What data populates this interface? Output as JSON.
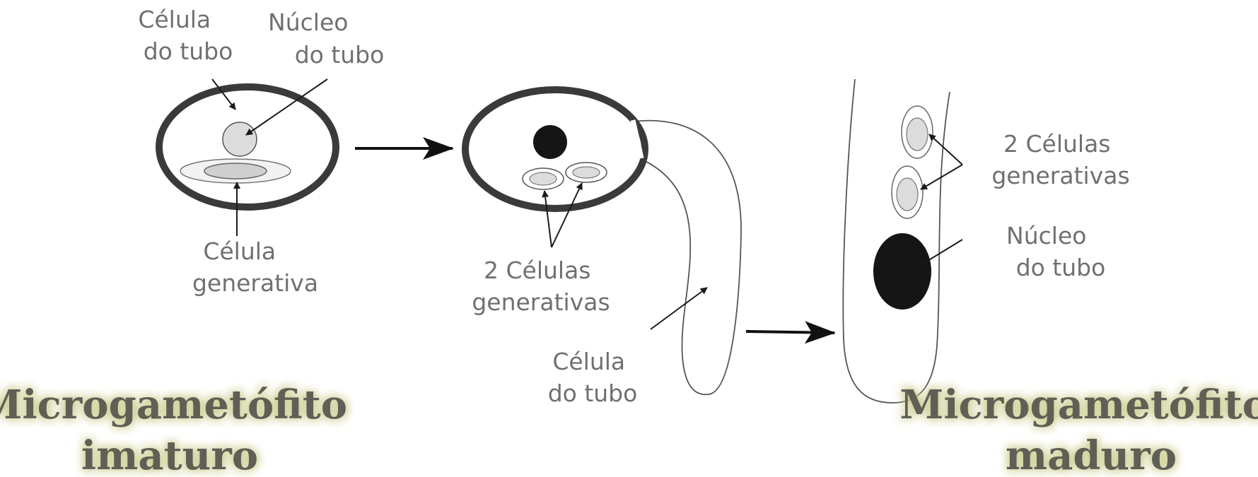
{
  "labels": {
    "stage1_tube_cell": [
      "Célula",
      "do tubo"
    ],
    "stage1_tube_nucleus": [
      "Núcleo",
      "do tubo"
    ],
    "stage1_generative_cell": [
      "Célula",
      "generativa"
    ],
    "stage2_generative_cells": [
      "2 Células",
      "generativas"
    ],
    "stage2_tube_cell": [
      "Célula",
      "do tubo"
    ],
    "stage3_generative_cells": [
      "2 Células",
      "generativas"
    ],
    "stage3_tube_nucleus": [
      "Núcleo",
      "do tubo"
    ]
  },
  "titles": {
    "immature": [
      "Microgametófito",
      "imaturo"
    ],
    "mature": [
      "Microgametófito",
      "maduro"
    ]
  },
  "colors": {
    "outline": "#3a3a3a",
    "label_text": "#707070",
    "title_text": "#5e5e54",
    "title_glow": "#c9c98a",
    "nucleus_fill": "#151515",
    "light_fill": "#dcdcdc"
  }
}
